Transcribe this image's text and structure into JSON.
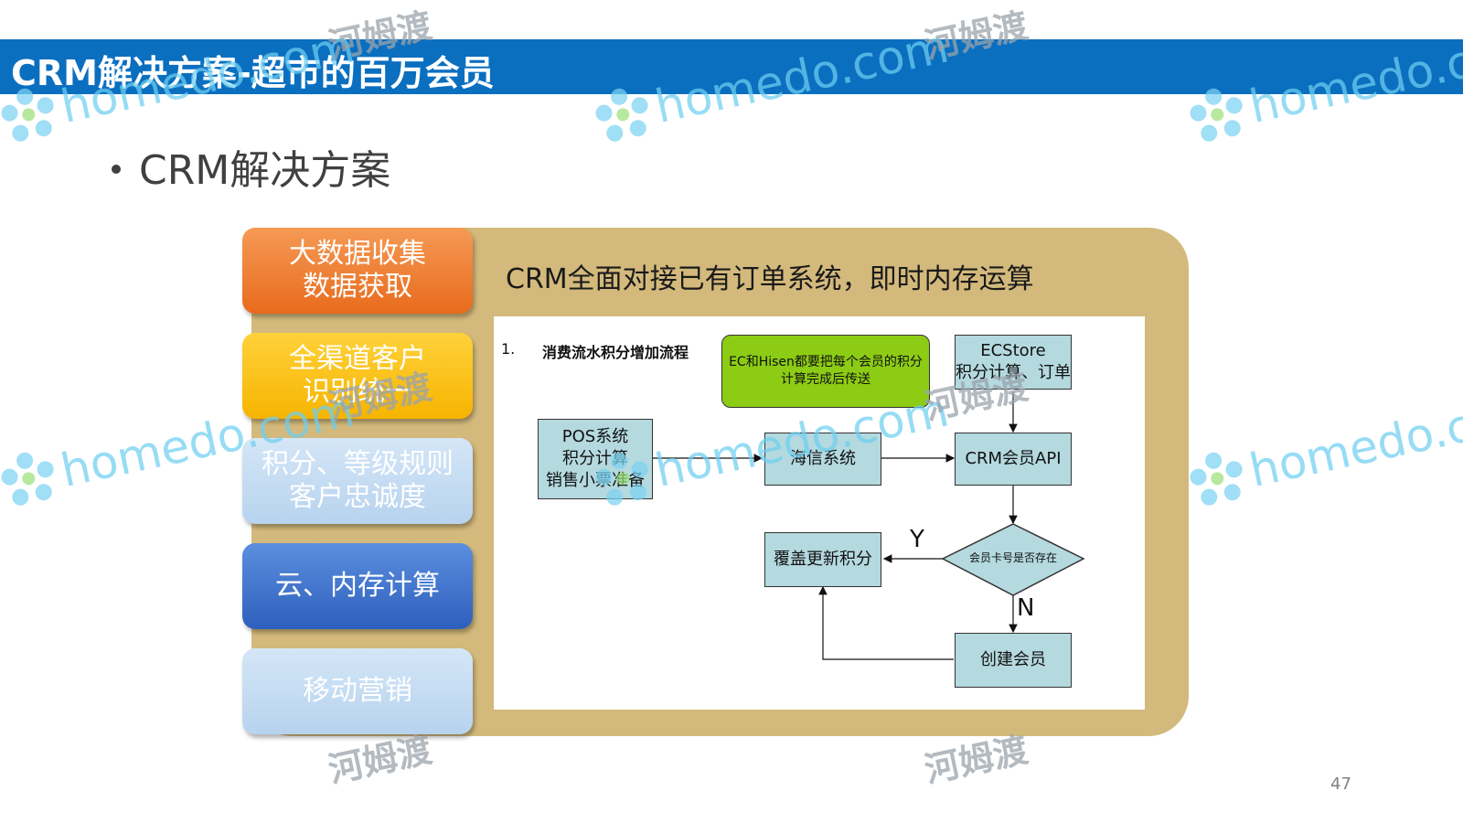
{
  "slide": {
    "title": "CRM解决方案-超市的百万会员",
    "bullet": "CRM解决方案",
    "page_number": "47"
  },
  "sidebar": [
    {
      "line1": "大数据收集",
      "line2": "数据获取",
      "color": "#ee7a2c"
    },
    {
      "line1": "全渠道客户",
      "line2": "识别统一",
      "color": "#fbbf10"
    },
    {
      "line1": "积分、等级规则",
      "line2": "客户忠诚度",
      "color": "#c4dcf2"
    },
    {
      "line1": "云、内存计算",
      "line2": "",
      "color": "#3f72cf"
    },
    {
      "line1": "移动营销",
      "line2": "",
      "color": "#c4dcf2"
    }
  ],
  "panel": {
    "heading": "CRM全面对接已有订单系统，即时内存运算",
    "panel_color": "#d3b97b"
  },
  "flowchart": {
    "step_number": "1.",
    "step_title": "消费流水积分增加流程",
    "note": {
      "line1": "EC和Hisen都要把每个会员的积分",
      "line2": "计算完成后传送"
    },
    "ecstore": {
      "line1": "ECStore",
      "line2": "积分计算、订单"
    },
    "pos": {
      "line1": "POS系统",
      "line2": "积分计算",
      "line3": "销售小票准备"
    },
    "hisen": "海信系统",
    "crm_api": "CRM会员API",
    "decision": "会员卡号是否存在",
    "yes_label": "Y",
    "no_label": "N",
    "overwrite": "覆盖更新积分",
    "create_member": "创建会员"
  },
  "watermark": {
    "brand": "homedo.com",
    "cn": "河姆渡"
  }
}
